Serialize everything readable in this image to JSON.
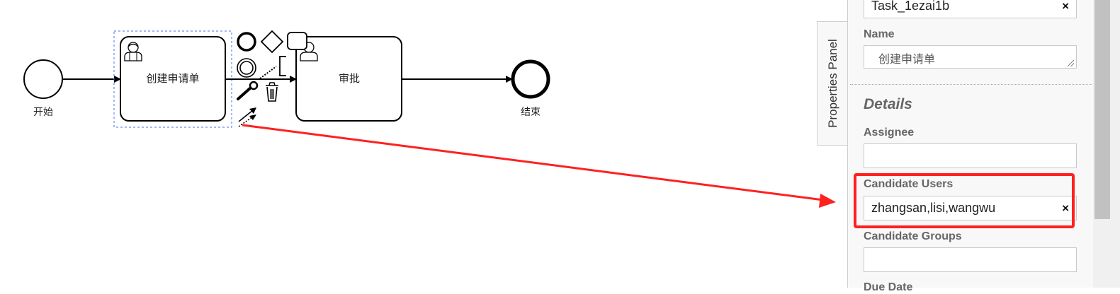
{
  "diagram": {
    "start_event": {
      "label": "开始"
    },
    "task_create": {
      "label": "创建申请单"
    },
    "task_approve": {
      "label": "审批"
    },
    "end_event": {
      "label": "结束"
    }
  },
  "properties_panel": {
    "tab_label": "Properties Panel",
    "id_value": "Task_1ezai1b",
    "name_label": "Name",
    "name_value": "创建申请单",
    "details_title": "Details",
    "assignee_label": "Assignee",
    "assignee_value": "",
    "candidate_users_label": "Candidate Users",
    "candidate_users_value": "zhangsan,lisi,wangwu",
    "candidate_groups_label": "Candidate Groups",
    "candidate_groups_value": "",
    "next_label_partial": "Due Date",
    "clear_glyph": "×"
  },
  "colors": {
    "annotation_arrow": "#ff2020",
    "selection_outline": "#4a6cff"
  }
}
